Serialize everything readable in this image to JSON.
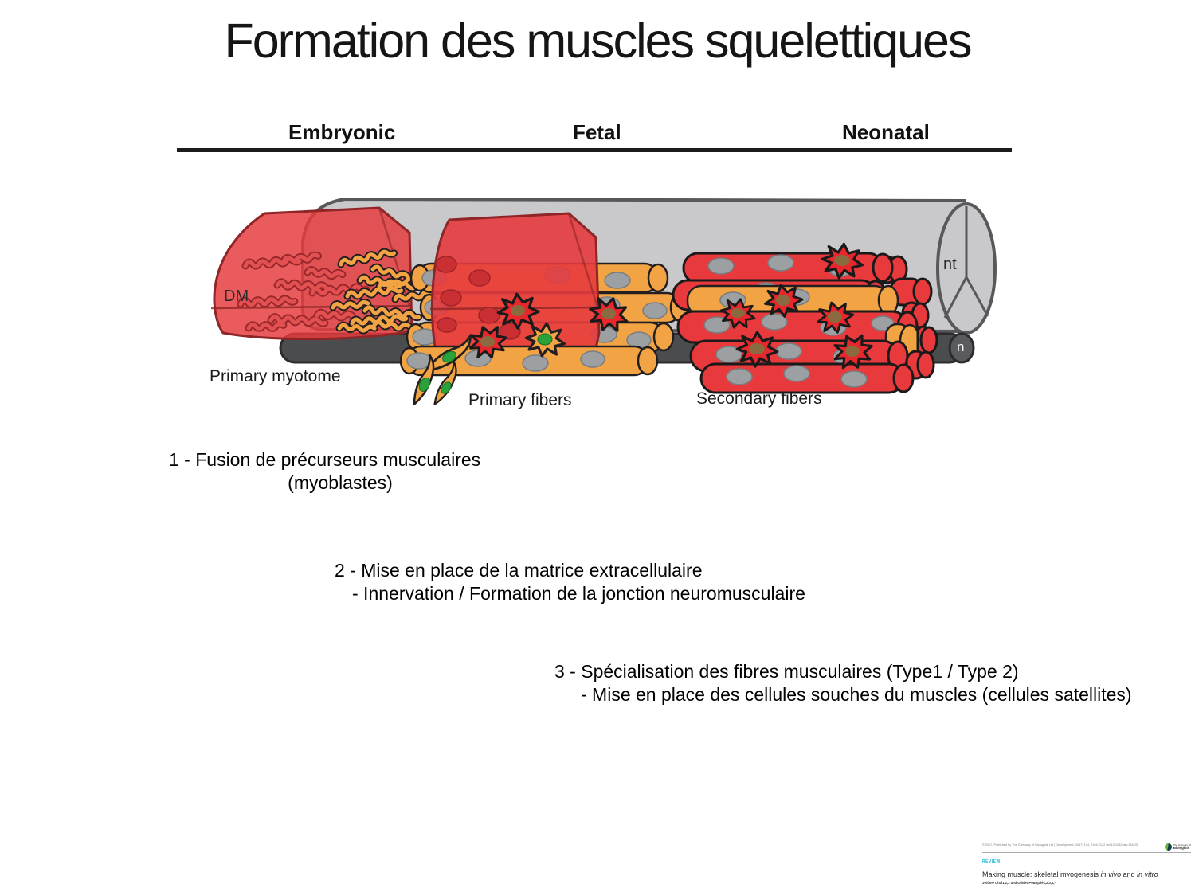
{
  "slide": {
    "title": "Formation des muscles squelettiques"
  },
  "figure": {
    "stage_labels": {
      "embryonic": "Embryonic",
      "fetal": "Fetal",
      "neonatal": "Neonatal"
    },
    "annotations": {
      "dm": "DM",
      "primary_myotome": "Primary myotome",
      "primary_fibers": "Primary fibers",
      "secondary_fibers": "Secondary fibers",
      "neural_tube": "nt",
      "notochord": "n"
    },
    "colors": {
      "red_fiber": "#e8393c",
      "orange_fiber": "#f2a444",
      "neural_tube_gray": "#c9c9cb",
      "notochord_gray": "#4b4c4e",
      "nucleus_gray": "#9da0a3",
      "nucleus_green": "#2aa13a",
      "nucleus_brown": "#8a6b40",
      "cell_outline": "#231f20"
    }
  },
  "notes": {
    "note1": {
      "line1": "1 - Fusion de précurseurs musculaires",
      "line2": "(myoblastes)"
    },
    "note2": {
      "line1": "2 - Mise en place de la matrice extracellulaire",
      "line2": "- Innervation / Formation de la jonction neuromusculaire"
    },
    "note3": {
      "line1": "3 - Spécialisation des fibres musculaires (Type1 / Type 2)",
      "line2": "- Mise en place des cellules souches du muscles (cellules satellites)"
    }
  },
  "citation": {
    "publisher_line": "© 2017. Published by The Company of Biologists Ltd | Development (2017) 144, 2104-2122 doi:10.1242/dev.151035",
    "review_label": "REVIEW",
    "title_prefix": "Making muscle: skeletal myogenesis ",
    "title_italic1": "in vivo",
    "title_connector": " and ",
    "title_italic2": "in vitro",
    "authors": "Jérôme Chal1,2,3 and Olivier Pourquié1,2,3,4,*",
    "logo_line1": "The Company of",
    "logo_line2": "Biologists",
    "accent_color": "#1ab7d8"
  }
}
